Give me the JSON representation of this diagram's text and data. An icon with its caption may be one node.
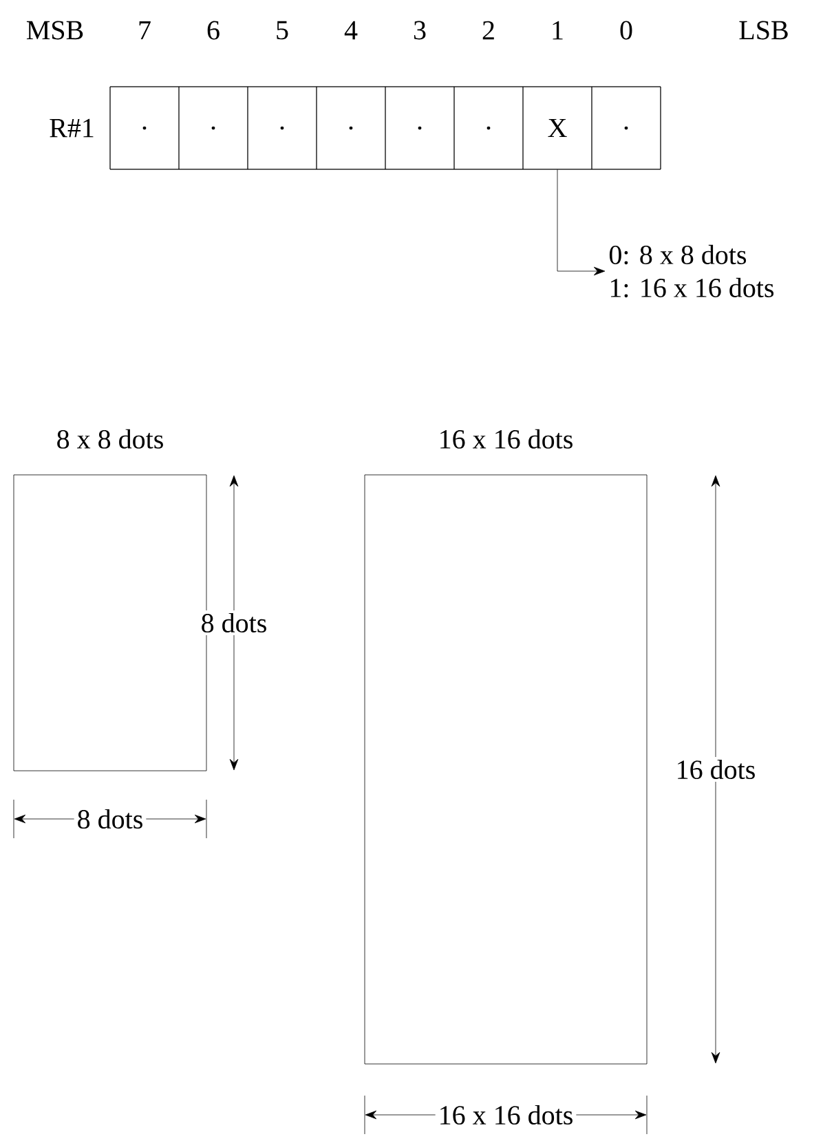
{
  "diagram": {
    "nodes": [
      {
        "text": [
          "R#1"
        ]
      },
      {
        "text": [
          "."
        ],
        "in": 0
      },
      {
        "text": [
          "."
        ],
        "in": 0
      },
      {
        "text": [
          "."
        ],
        "in": 0
      },
      {
        "text": [
          "."
        ],
        "in": 0
      },
      {
        "text": [
          "."
        ],
        "in": 0
      },
      {
        "text": [
          "."
        ],
        "in": 0
      },
      {
        "text": [
          "X"
        ],
        "in": 0
      },
      {
        "text": [
          "."
        ],
        "in": 0
      },
      {
        "text": [
          "0: 8 x 8 dots",
          "1: 16 x 16 dots"
        ]
      },
      {
        "text": [
          "8 x 8 dots"
        ]
      },
      {
        "text": [
          "16 x 16 dots"
        ]
      }
    ],
    "edges": [
      {
        "from": 7,
        "to": 9,
        "arrow": "to"
      }
    ],
    "labels": [
      "MSB",
      "7",
      "6",
      "5",
      "4",
      "3",
      "2",
      "1",
      "0",
      "LSB",
      "8 dots",
      "16 dots",
      "8 dots",
      "16 x 16 dots"
    ]
  }
}
